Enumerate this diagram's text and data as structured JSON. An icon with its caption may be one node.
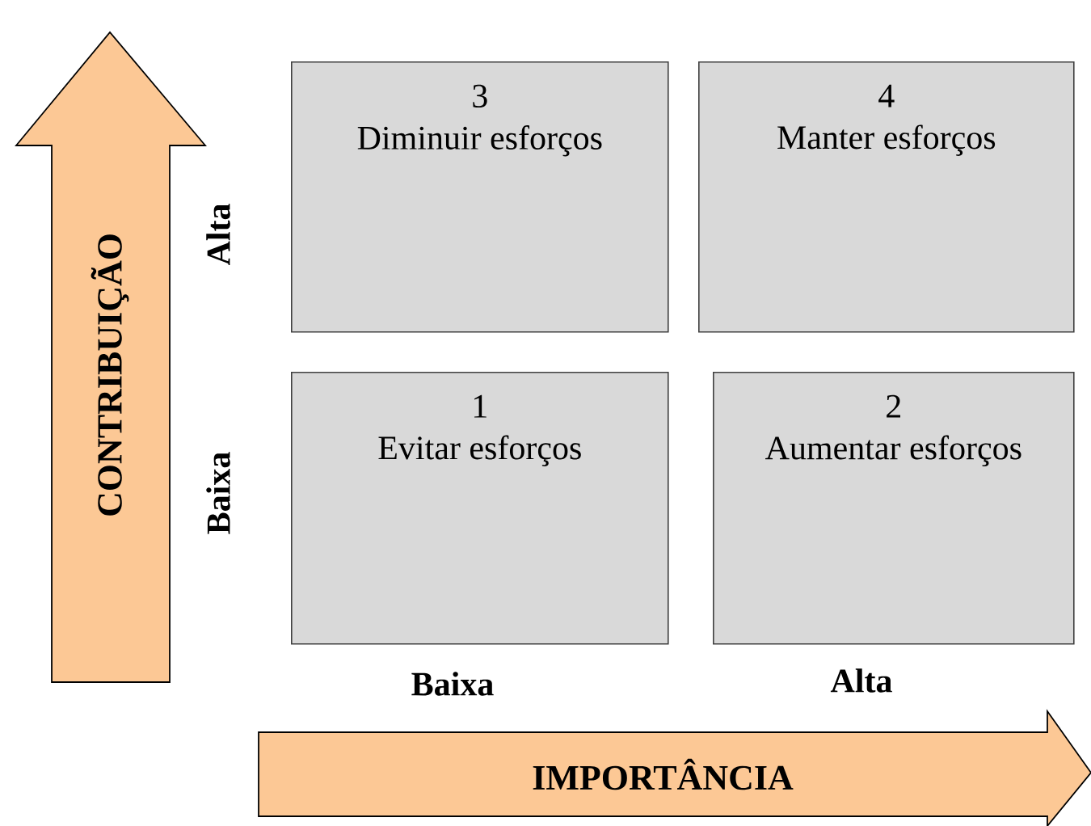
{
  "diagram": {
    "nodes": [
      {
        "text": [
          "3",
          "Diminuir esforços"
        ]
      },
      {
        "text": [
          "4",
          "Manter esforços"
        ]
      },
      {
        "text": [
          "1",
          "Evitar esforços"
        ]
      },
      {
        "text": [
          "2",
          "Aumentar esforços"
        ]
      },
      {
        "text": [
          "CONTRIBUIÇÃO"
        ]
      },
      {
        "text": [
          "IMPORTÂNCIA"
        ]
      }
    ],
    "labels": [
      "Alta",
      "Baixa",
      "Baixa",
      "Alta"
    ]
  }
}
